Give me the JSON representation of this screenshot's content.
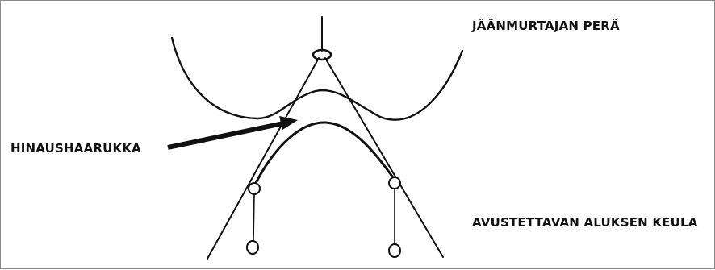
{
  "labels": {
    "icebreaker_stern": "JÄÄNMURTAJAN PERÄ",
    "towing_fork": "HINAUSHAARUKKA",
    "assisted_vessel_bow": "AVUSTETTAVAN ALUKSEN KEULA"
  },
  "colors": {
    "line": "#111111",
    "background": "#ffffff",
    "border": "#8a8a8a"
  }
}
